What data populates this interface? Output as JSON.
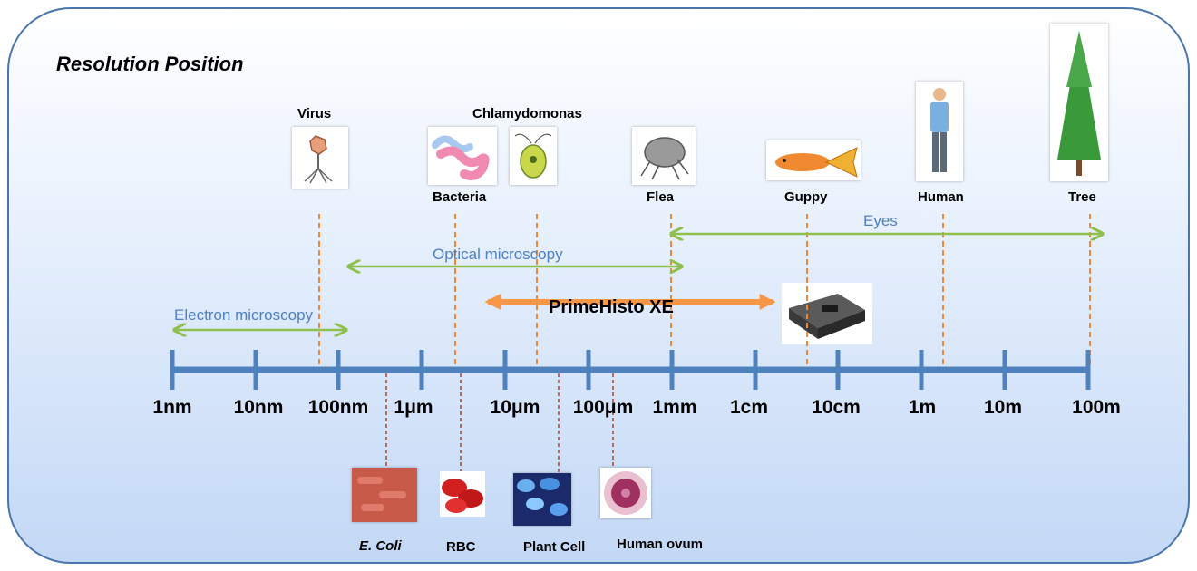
{
  "title": "Resolution Position",
  "scale_ticks": [
    "1nm",
    "10nm",
    "100nm",
    "1μm",
    "10μm",
    "100μm",
    "1mm",
    "1cm",
    "10cm",
    "1m",
    "10m",
    "100m"
  ],
  "organisms_above": [
    "Virus",
    "Chlamydomonas",
    "Bacteria",
    "Flea",
    "Guppy",
    "Human",
    "Tree"
  ],
  "cells_below": {
    "ecoli": "E. Coli",
    "rbc": "RBC",
    "plant_cell": "Plant Cell",
    "human_ovum": "Human ovum"
  },
  "ranges": {
    "electron": "Electron microscopy",
    "optical": "Optical microscopy",
    "eyes": "Eyes",
    "primehisto": "PrimeHisto XE"
  },
  "colors": {
    "axis": "#4f81bd",
    "range_arrow": "#8fbf4d",
    "range_text": "#4f81c4",
    "primehisto_arrow": "#f79646",
    "marker_above": "#f0883a",
    "marker_below": "#b04030"
  }
}
